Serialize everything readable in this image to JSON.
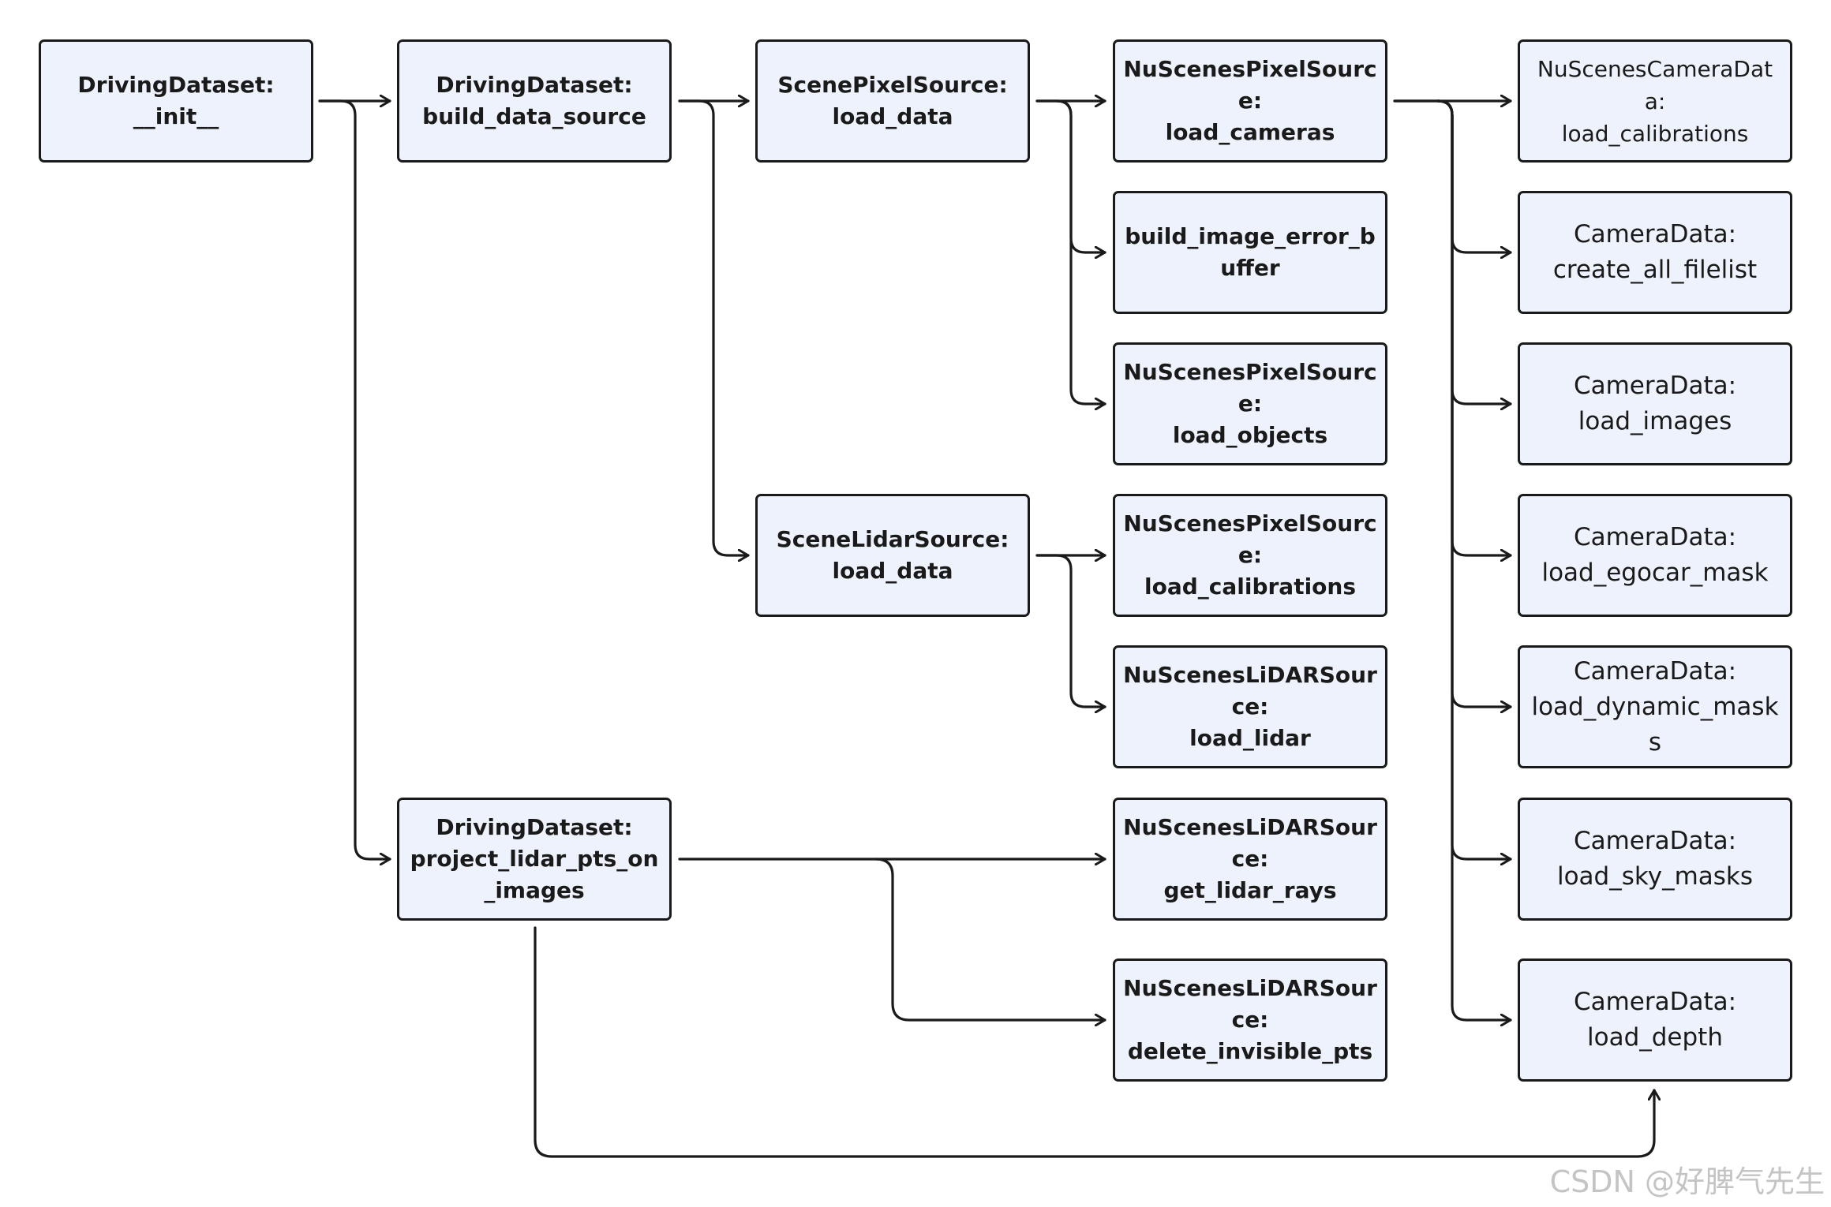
{
  "nodes": {
    "dd_init": {
      "line1": "DrivingDataset:",
      "line2": "__init__"
    },
    "dd_build": {
      "line1": "DrivingDataset:",
      "line2": "build_data_source"
    },
    "dd_project": {
      "line1": "DrivingDataset:",
      "line2": "project_lidar_pts_on_images"
    },
    "sps_load": {
      "line1": "ScenePixelSource:",
      "line2": "load_data"
    },
    "sls_load": {
      "line1": "SceneLidarSource:",
      "line2": "load_data"
    },
    "nsps_cameras": {
      "line1": "NuScenesPixelSource:",
      "line2": "load_cameras"
    },
    "build_err": {
      "line1": "build_image_error_buffer"
    },
    "nsps_objects": {
      "line1": "NuScenesPixelSource:",
      "line2": "load_objects"
    },
    "nsps_calib": {
      "line1": "NuScenesPixelSource:",
      "line2": "load_calibrations"
    },
    "nsls_lidar": {
      "line1": "NuScenesLiDARSource:",
      "line2": "load_lidar"
    },
    "nsls_rays": {
      "line1": "NuScenesLiDARSource:",
      "line2": "get_lidar_rays"
    },
    "nsls_delete": {
      "line1": "NuScenesLiDARSource:",
      "line2": "delete_invisible_pts"
    },
    "nscd_calib": {
      "line1": "NuScenesCameraData:",
      "line2": "load_calibrations"
    },
    "cd_filelist": {
      "line1": "CameraData:",
      "line2": "create_all_filelist"
    },
    "cd_images": {
      "line1": "CameraData:",
      "line2": "load_images"
    },
    "cd_egocar": {
      "line1": "CameraData:",
      "line2": "load_egocar_mask"
    },
    "cd_dynamic": {
      "line1": "CameraData:",
      "line2": "load_dynamic_masks"
    },
    "cd_sky": {
      "line1": "CameraData:",
      "line2": "load_sky_masks"
    },
    "cd_depth": {
      "line1": "CameraData:",
      "line2": "load_depth"
    }
  },
  "watermark": "CSDN @好脾气先生",
  "colors": {
    "node_fill": "#eef2fc",
    "node_border": "#1a1a1a",
    "connector": "#1a1a1a",
    "watermark": "#c4c4c4"
  }
}
